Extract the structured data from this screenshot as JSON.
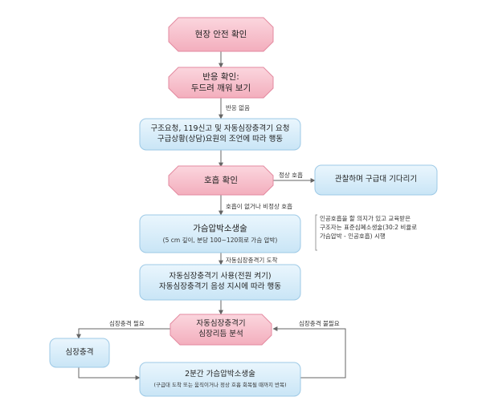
{
  "colors": {
    "pink_fill": "#f6bcc8",
    "pink_stroke": "#e38aa0",
    "blue_fill": "#d6ecf8",
    "blue_stroke": "#9dc9e6",
    "arrow": "#666666"
  },
  "nodes": {
    "confirm_scene": {
      "text": "현장 안전 확인"
    },
    "check_response": {
      "line1": "반응 확인:",
      "line2": "두드려 깨워 보기"
    },
    "call_help": {
      "line1": "구조요청, 119신고 및 자동심장충격기 요청",
      "line2": "구급상황(상담)요원의 조언에 따라 행동"
    },
    "check_breathing": {
      "text": "호흡 확인"
    },
    "observe_wait": {
      "text": "관찰하며 구급대 기다리기"
    },
    "cpr": {
      "line1": "가슴압박소생술",
      "line2": "(5 cm 깊이, 분당 100~120회로 가슴 압박)"
    },
    "use_aed": {
      "line1": "자동심장충격기 사용(전원 켜기)",
      "line2": "자동심장충격기 음성 지시에 따라 행동"
    },
    "aed_analysis": {
      "line1": "자동심장충격기",
      "line2": "심장리듬 분석"
    },
    "shock": {
      "text": "심장충격"
    },
    "two_min_cpr": {
      "line1": "2분간 가슴압박소생술",
      "line2": "(구급대 도착 또는 움직이거나 정상 호흡 회복될 때까지 반복)"
    }
  },
  "edge_labels": {
    "no_response": "반응 없음",
    "normal_breathing": "정상 호흡",
    "abnormal_breathing": "호흡이 없거나 비정상 호흡",
    "aed_arrival": "자동심장충격기 도착",
    "shock_needed": "심장충격 필요",
    "shock_not_needed": "심장충격 불필요"
  },
  "note": {
    "line1": "인공호흡을 할 의지가 있고 교육받은",
    "line2": "구조자는 표준심폐소생술(30:2 비율로",
    "line3": "가슴압박 - 인공호흡) 시행"
  }
}
